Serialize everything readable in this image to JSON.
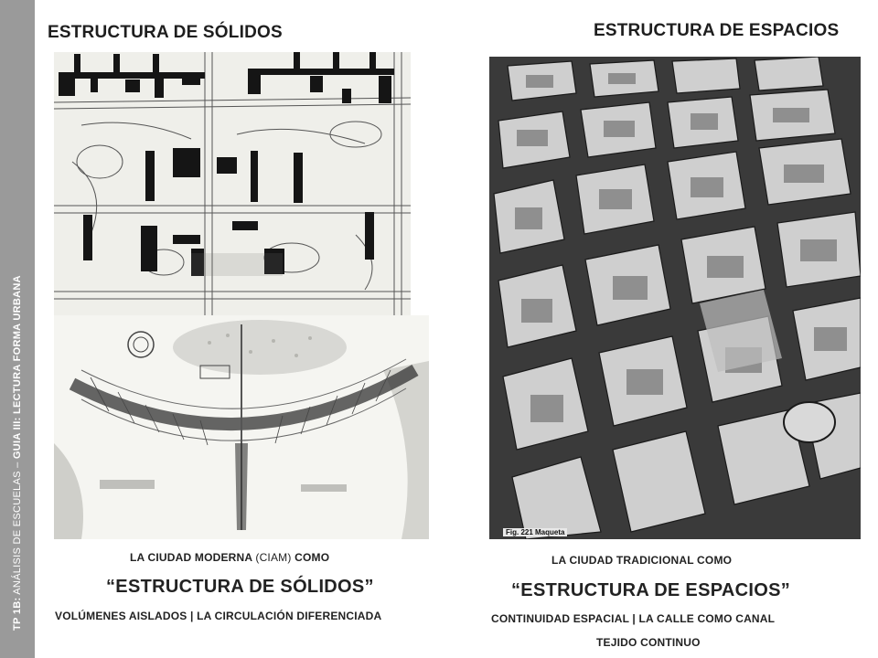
{
  "sidebar": {
    "part1": "TP 1B:",
    "part2": " ANÁLISIS DE ESCUELAS – ",
    "part3": "GUIA III: LECTURA FORMA URBANA"
  },
  "headings": {
    "left": "ESTRUCTURA DE SÓLIDOS",
    "right": "ESTRUCTURA DE ESPACIOS"
  },
  "figure_label": "Fig. 221  Maqueta",
  "left_caption": {
    "line1_a": "LA CIUDAD MODERNA ",
    "line1_b": "(CIAM)",
    "line1_c": " COMO",
    "line2": "“ESTRUCTURA DE SÓLIDOS”",
    "line3": "VOLÚMENES AISLADOS  |  LA CIRCULACIÓN DIFERENCIADA"
  },
  "right_caption": {
    "line1": "LA CIUDAD TRADICIONAL COMO",
    "line2": "“ESTRUCTURA DE ESPACIOS”",
    "line3": "CONTINUIDAD ESPACIAL  |  LA CALLE COMO CANAL",
    "line4": "TEJIDO CONTINUO"
  }
}
